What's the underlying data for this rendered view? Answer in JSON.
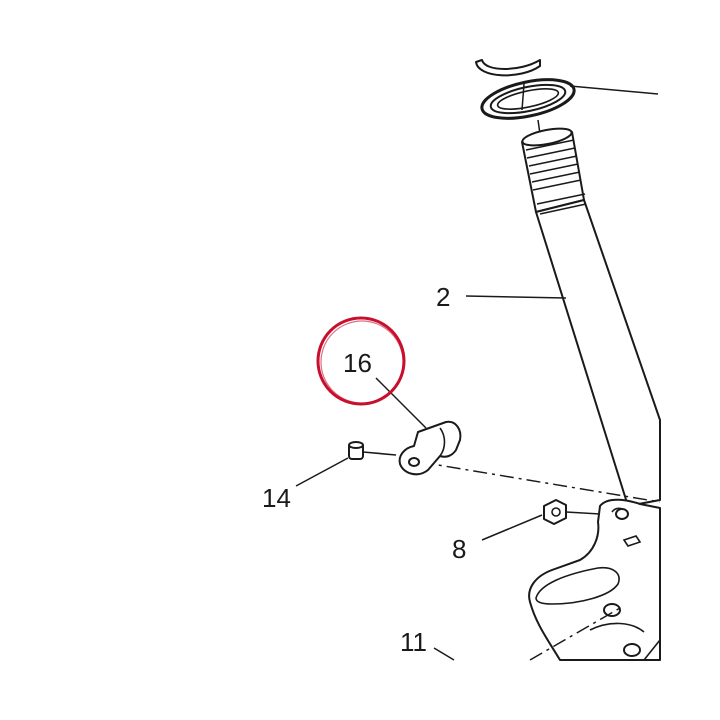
{
  "callouts": {
    "c2": "2",
    "c8": "8",
    "c11": "11",
    "c14": "14",
    "c16": "16"
  },
  "highlight": {
    "target_label": "16",
    "color": "#c8102e"
  }
}
